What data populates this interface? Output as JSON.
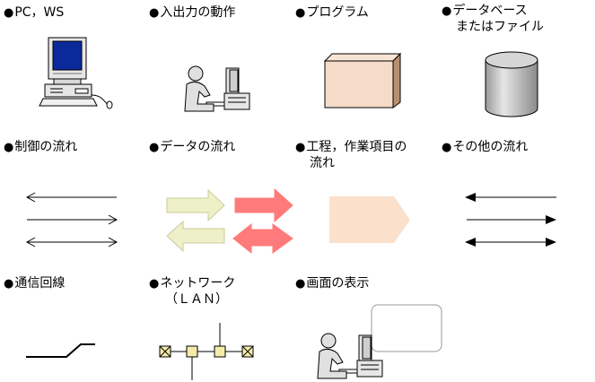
{
  "legend": {
    "bullet": "●",
    "items": [
      {
        "id": "pc",
        "label": "PC，WS"
      },
      {
        "id": "io",
        "label": "入出力の動作"
      },
      {
        "id": "program",
        "label": "プログラム"
      },
      {
        "id": "database",
        "label": "データベース",
        "label2": "またはファイル"
      },
      {
        "id": "control",
        "label": "制御の流れ"
      },
      {
        "id": "dataflow",
        "label": "データの流れ"
      },
      {
        "id": "process",
        "label": "工程，作業項目の",
        "label2": "流れ"
      },
      {
        "id": "other",
        "label": "その他の流れ"
      },
      {
        "id": "comm",
        "label": "通信回線"
      },
      {
        "id": "network",
        "label": "ネットワーク",
        "label2": "（ＬＡＮ）"
      },
      {
        "id": "screen",
        "label": "画面の表示"
      }
    ]
  },
  "colors": {
    "program_box": "#f6dcc8",
    "process_arrow": "#fbe0cc",
    "data_arrow_light": "#eef0c8",
    "data_arrow_red": "#ff7a7a",
    "monitor_screen": "#0b2a9a",
    "lan_node": "#f5ecaa"
  }
}
